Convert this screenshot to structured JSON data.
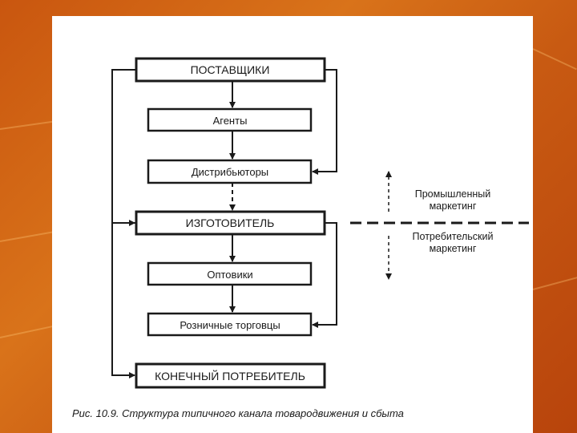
{
  "diagram": {
    "boxes": {
      "suppliers": "ПОСТАВЩИКИ",
      "agents": "Агенты",
      "distributors": "Дистрибьюторы",
      "manufacturer": "ИЗГОТОВИТЕЛЬ",
      "wholesalers": "Оптовики",
      "retailers": "Розничные торговцы",
      "consumer": "КОНЕЧНЫЙ ПОТРЕБИТЕЛЬ"
    },
    "side_labels": {
      "industrial_line1": "Промышленный",
      "industrial_line2": "маркетинг",
      "consumer_line1": "Потребительский",
      "consumer_line2": "маркетинг"
    },
    "caption": "Рис. 10.9. Структура типичного канала товародвижения и сбыта"
  },
  "colors": {
    "background": "#c9560f",
    "slide": "#ffffff",
    "ink": "#1a1a1a"
  }
}
